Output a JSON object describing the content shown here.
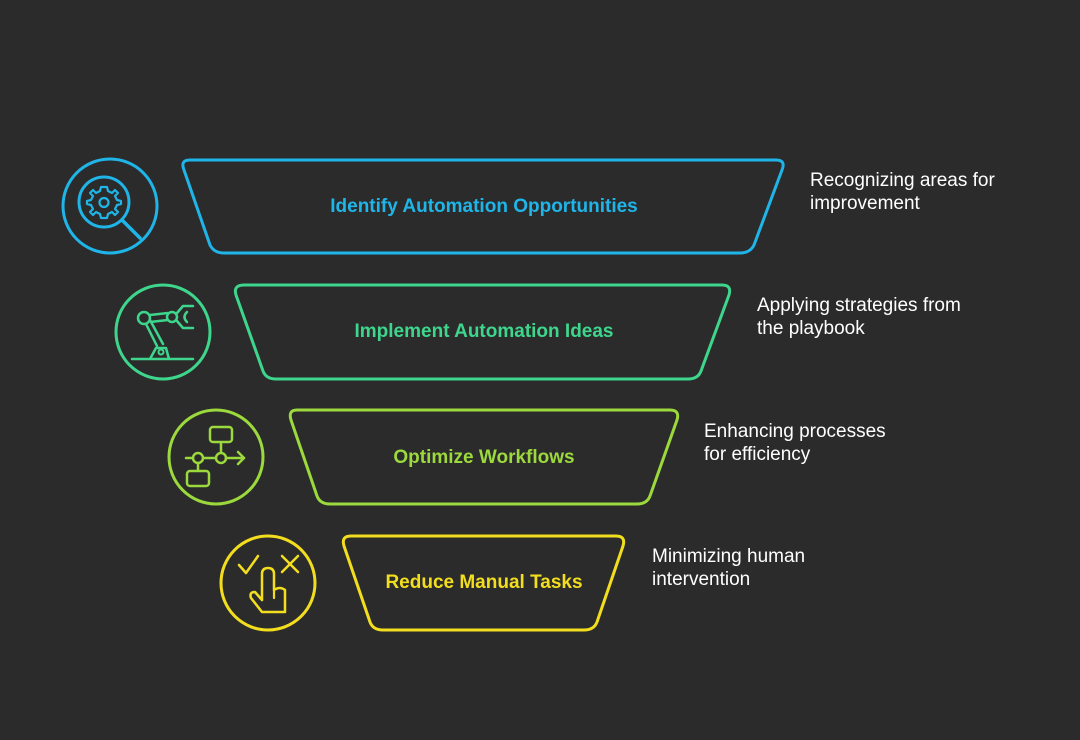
{
  "colors": {
    "background": "#2b2b2b",
    "description_text": "#ffffff"
  },
  "stages": [
    {
      "title": "Identify Automation Opportunities",
      "description": [
        "Recognizing areas for",
        "improvement"
      ],
      "color": "#1fb5e9",
      "icon": "gear-magnifier-icon"
    },
    {
      "title": "Implement Automation Ideas",
      "description": [
        "Applying strategies from",
        "the playbook"
      ],
      "color": "#3ed68c",
      "icon": "robotic-arm-icon"
    },
    {
      "title": "Optimize Workflows",
      "description": [
        "Enhancing processes",
        "for efficiency"
      ],
      "color": "#9bd93c",
      "icon": "workflow-diagram-icon"
    },
    {
      "title": "Reduce Manual Tasks",
      "description": [
        "Minimizing human",
        "intervention"
      ],
      "color": "#f2de1f",
      "icon": "hand-check-cross-icon"
    }
  ]
}
